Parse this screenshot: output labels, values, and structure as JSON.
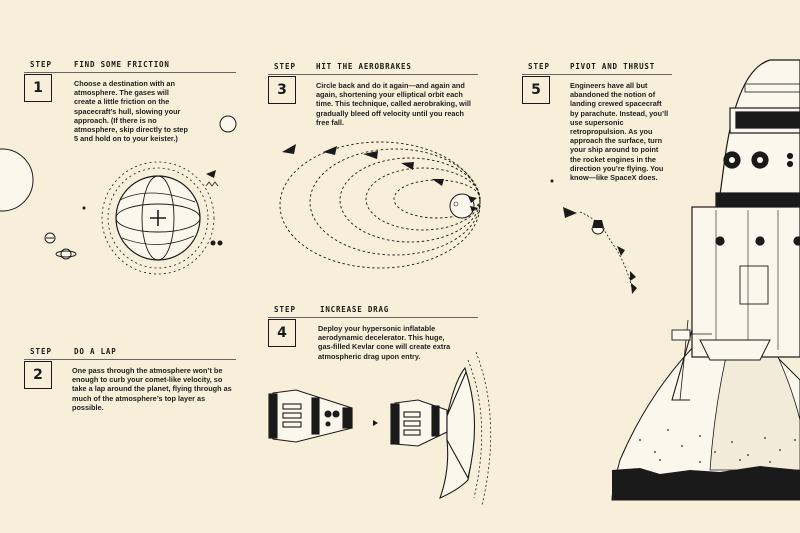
{
  "step_label": "STEP",
  "steps": [
    {
      "number": "1",
      "title": "FIND SOME FRICTION",
      "body": "Choose a destination with an atmosphere. The gases will create a little friction on the spacecraft’s hull, slowing your approach. (If there is no atmosphere, skip directly to step 5 and hold on to your keister.)"
    },
    {
      "number": "2",
      "title": "DO A LAP",
      "body": "One pass through the atmosphere won’t be enough to curb your comet-like velocity, so take a lap around the planet, flying through as much of the atmosphere’s top layer as possible."
    },
    {
      "number": "3",
      "title": "HIT THE AEROBRAKES",
      "body": "Circle back and do it again—and again and again, shortening your elliptical orbit each time. This technique, called aerobraking, will gradually bleed off velocity until you reach free fall."
    },
    {
      "number": "4",
      "title": "INCREASE DRAG",
      "body": "Deploy your hypersonic inflatable aerodynamic decelerator. This huge, gas-filled Kevlar cone will create extra atmospheric drag upon entry."
    },
    {
      "number": "5",
      "title": "PIVOT AND THRUST",
      "body": "Engineers have all but abandoned the notion of landing crewed spacecraft by parachute. Instead, you’ll use supersonic retropropulsion. As you approach the surface, turn your ship around to point the rocket engines in the direction you’re flying. You know—like SpaceX does."
    }
  ],
  "colors": {
    "background": "#f7efd9",
    "ink": "#1a1a1a",
    "cream": "#f7efd9"
  }
}
